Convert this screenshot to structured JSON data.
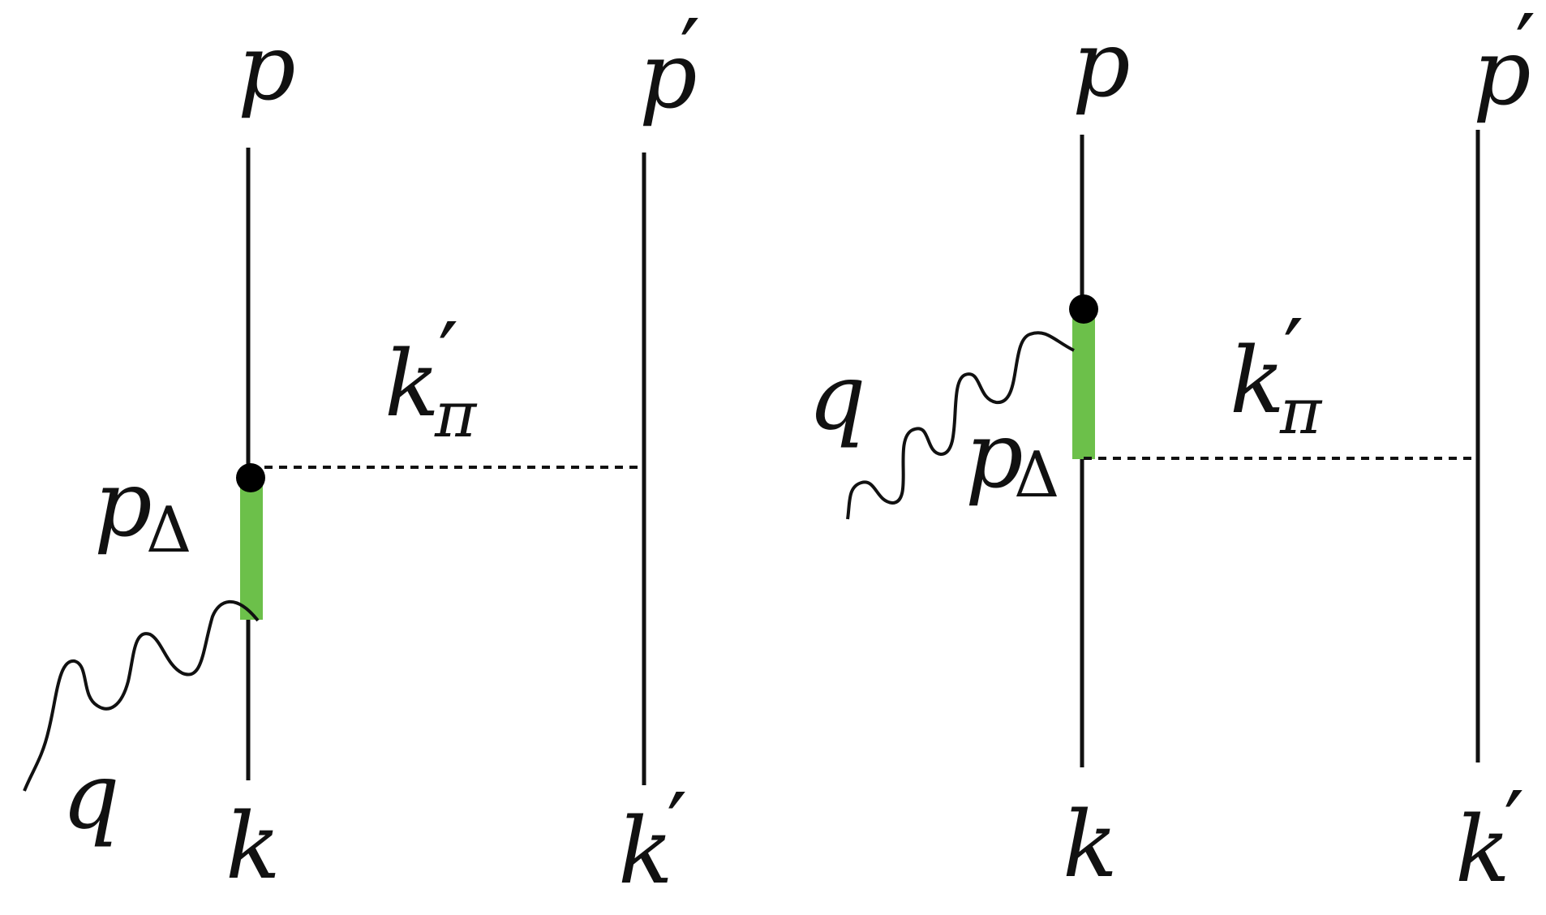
{
  "colors": {
    "line": "#111111",
    "delta": "#6cc04a",
    "vertex": "#000000",
    "background": "#ffffff"
  },
  "diagrams": [
    {
      "label_p": "p",
      "label_p_prime": "p",
      "label_k": "k",
      "label_k_prime": "k",
      "label_q": "q",
      "label_kpi": "k",
      "label_kpi_sub": "π",
      "label_pdelta": "p",
      "label_pdelta_sub": "Δ",
      "prime_mark": "′"
    },
    {
      "label_p": "p",
      "label_p_prime": "p",
      "label_k": "k",
      "label_k_prime": "k",
      "label_q": "q",
      "label_kpi": "k",
      "label_kpi_sub": "π",
      "label_pdelta": "p",
      "label_pdelta_sub": "Δ",
      "prime_mark": "′"
    }
  ]
}
